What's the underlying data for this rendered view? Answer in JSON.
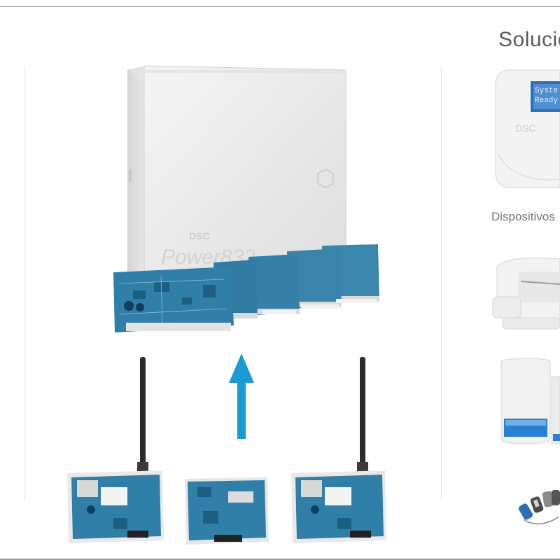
{
  "header": {
    "title": "Solucio"
  },
  "panel": {
    "brand_logo": "DSC",
    "model_label": "Power832"
  },
  "keypad": {
    "display_line_1": "Syste",
    "display_line_2": "Ready",
    "logo": "DSC"
  },
  "devices_caption": "Dispositivos",
  "colors": {
    "arrow": "#1a9ad6",
    "pcb_blue": "#2f7fa8",
    "pcb_dark": "#1d5f82",
    "enclosure": "#ececec",
    "siren_blue": "#2a7fd0"
  },
  "icons": [
    "up-arrow-icon",
    "antenna-icon"
  ]
}
